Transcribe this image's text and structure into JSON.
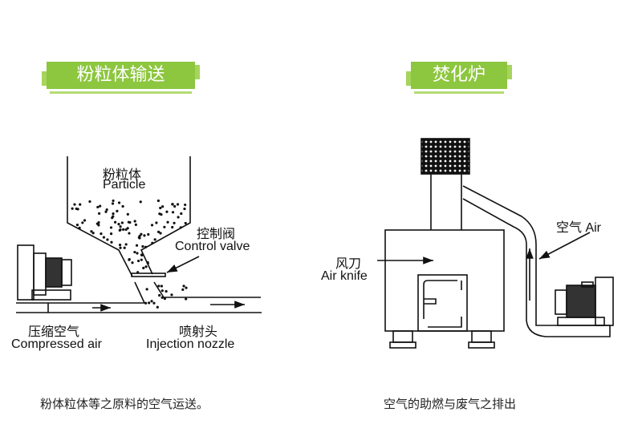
{
  "left": {
    "title": "粉粒体输送",
    "particle_cn": "粉粒体",
    "particle_en": "Particle",
    "valve_cn": "控制阀",
    "valve_en": "Control valve",
    "air_cn": "压缩空气",
    "air_en": "Compressed air",
    "nozzle_cn": "喷射头",
    "nozzle_en": "Injection nozzle",
    "caption": "粉体粒体等之原料的空气运送。"
  },
  "right": {
    "title": "焚化炉",
    "air_label": "空气  Air",
    "knife_cn": "风刀",
    "knife_en": "Air knife",
    "caption": "空气的助燃与废气之排出"
  },
  "colors": {
    "banner": "#8dc63f"
  }
}
